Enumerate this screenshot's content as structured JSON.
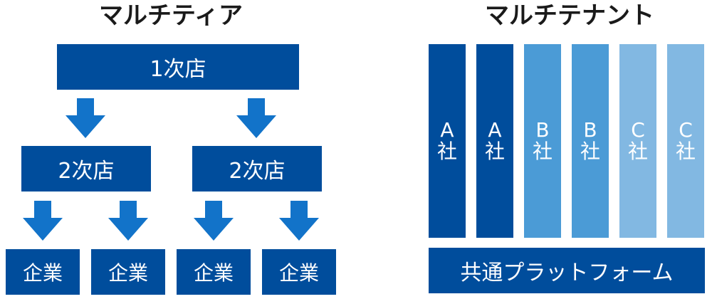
{
  "multitier": {
    "title": "マルチティア",
    "level1": "1次店",
    "level2": [
      "2次店",
      "2次店"
    ],
    "level3": [
      "企業",
      "企業",
      "企業",
      "企業"
    ]
  },
  "multitenant": {
    "title": "マルチテナント",
    "tenants": [
      {
        "letter": "A",
        "suffix": "社",
        "color": "#004d9c"
      },
      {
        "letter": "A",
        "suffix": "社",
        "color": "#004d9c"
      },
      {
        "letter": "B",
        "suffix": "社",
        "color": "#4b9bd6"
      },
      {
        "letter": "B",
        "suffix": "社",
        "color": "#4b9bd6"
      },
      {
        "letter": "C",
        "suffix": "社",
        "color": "#82b8e2"
      },
      {
        "letter": "C",
        "suffix": "社",
        "color": "#82b8e2"
      }
    ],
    "platform": "共通プラットフォーム"
  },
  "colors": {
    "primary": "#004d9c",
    "arrow": "#1273c9",
    "tenant_b": "#4b9bd6",
    "tenant_c": "#82b8e2"
  }
}
